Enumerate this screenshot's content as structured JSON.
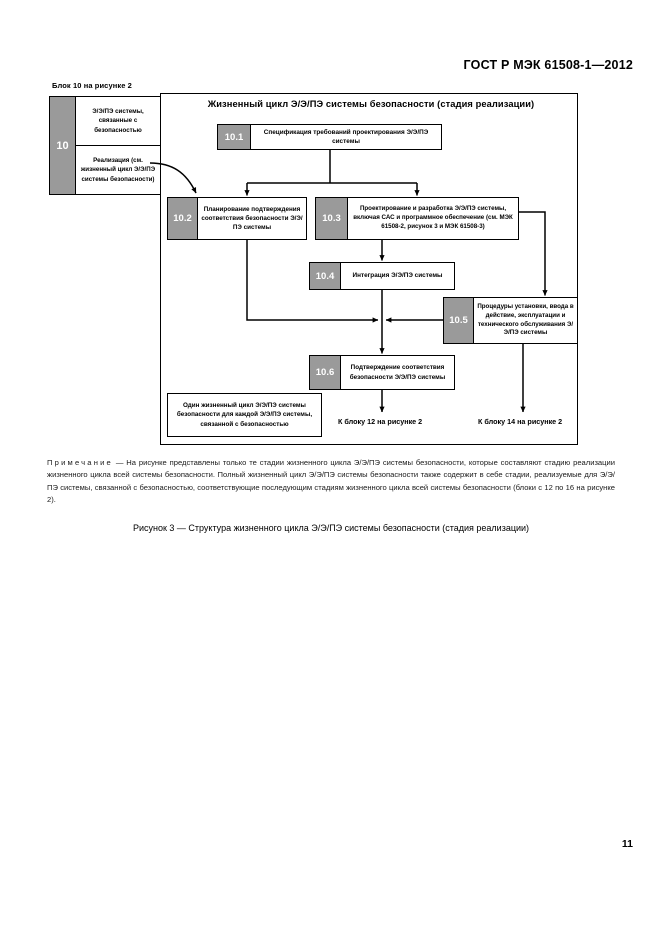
{
  "document": {
    "standard_header": "ГОСТ Р МЭК 61508-1—2012",
    "page_number": "11"
  },
  "figure": {
    "external_block": {
      "caption": "Блок 10 на рисунке 2",
      "number": "10",
      "cell_top": "Э/Э/ПЭ системы, связанные с безопасностью",
      "cell_bottom": "Реализация (см. жизненный цикл Э/Э/ПЭ системы безопасности)"
    },
    "frame_title": "Жизненный цикл Э/Э/ПЭ системы безопасности (стадия реализации)",
    "boxes": [
      {
        "id": "10.1",
        "number": "10.1",
        "text": "Спецификация требований проектирования Э/Э/ПЭ системы"
      },
      {
        "id": "10.2",
        "number": "10.2",
        "text": "Планирование подтверждения соответствия безопасности Э/Э/ПЭ системы"
      },
      {
        "id": "10.3",
        "number": "10.3",
        "text": "Проектирование и разработка Э/Э/ПЭ системы, включая САС и программное обеспечение (см. МЭК 61508-2, рисунок 3 и МЭК 61508-3)"
      },
      {
        "id": "10.4",
        "number": "10.4",
        "text": "Интеграция Э/Э/ПЭ системы"
      },
      {
        "id": "10.5",
        "number": "10.5",
        "text": "Процедуры установки, ввода в действие, эксплуатации и технического обслуживания Э/Э/ПЭ системы"
      },
      {
        "id": "10.6",
        "number": "10.6",
        "text": "Подтверждение соответствия безопасности Э/Э/ПЭ системы"
      }
    ],
    "legend_box": "Один жизненный цикл Э/Э/ПЭ системы безопасности для каждой Э/Э/ПЭ системы, связанной с безопасностью",
    "exit_labels": [
      "К блоку 12 на рисунке 2",
      "К блоку 14 на рисунке 2"
    ]
  },
  "note": {
    "label": "Примечание",
    "dash": "—",
    "text": "На рисунке представлены только те стадии жизненного цикла Э/Э/ПЭ системы безопасности, которые составляют стадию реализации жизненного цикла всей системы безопасности. Полный жизненный цикл Э/Э/ПЭ системы безопасности также содержит в себе стадии, реализуемые для Э/Э/ПЭ системы, связанной с безопасностью, соответствующие последующим стадиям жизненного цикла всей системы безопасности (блоки с 12 по 16 на рисунке 2)."
  },
  "caption": "Рисунок 3 — Структура жизненного цикла Э/Э/ПЭ системы безопасности (стадия реализации)",
  "colors": {
    "number_fill": "#9a9a9a",
    "line": "#000000",
    "paper": "#ffffff"
  }
}
